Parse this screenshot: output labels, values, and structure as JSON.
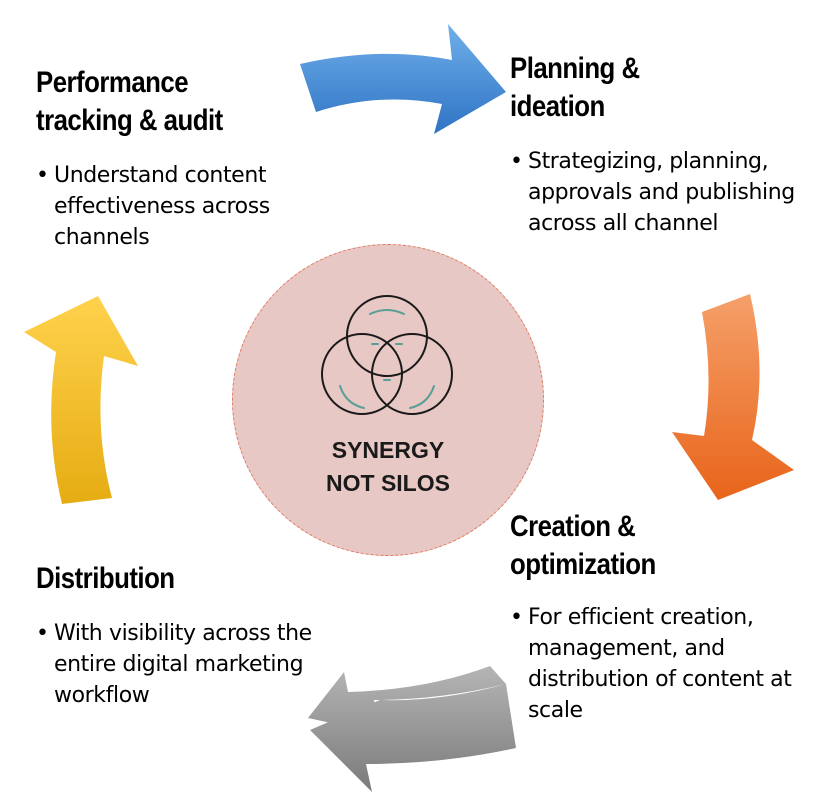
{
  "stages": {
    "performance": {
      "title": [
        "Performance",
        "tracking & audit"
      ],
      "bullets": [
        "Understand content effectiveness across channels"
      ]
    },
    "planning": {
      "title": [
        "Planning &",
        "ideation"
      ],
      "bullets": [
        "Strategizing, planning, approvals and publishing across all channel"
      ]
    },
    "creation": {
      "title": [
        "Creation &",
        "optimization"
      ],
      "bullets": [
        "For efficient creation, management, and distribution of content at scale"
      ]
    },
    "distribution": {
      "title": [
        "Distribution"
      ],
      "bullets": [
        "With visibility across the entire digital marketing workflow"
      ]
    }
  },
  "center": {
    "label": [
      "SYNERGY",
      "NOT SILOS"
    ],
    "icon": "venn-diagram-icon"
  },
  "colors": {
    "arrow_blue": "#4a90d9",
    "arrow_orange": "#f07a24",
    "arrow_gray": "#8e8e8e",
    "arrow_yellow": "#f5c12a",
    "circle_fill": "#e8c8c5",
    "circle_border": "#e07a5f",
    "venn_accent": "#5a9e98"
  }
}
